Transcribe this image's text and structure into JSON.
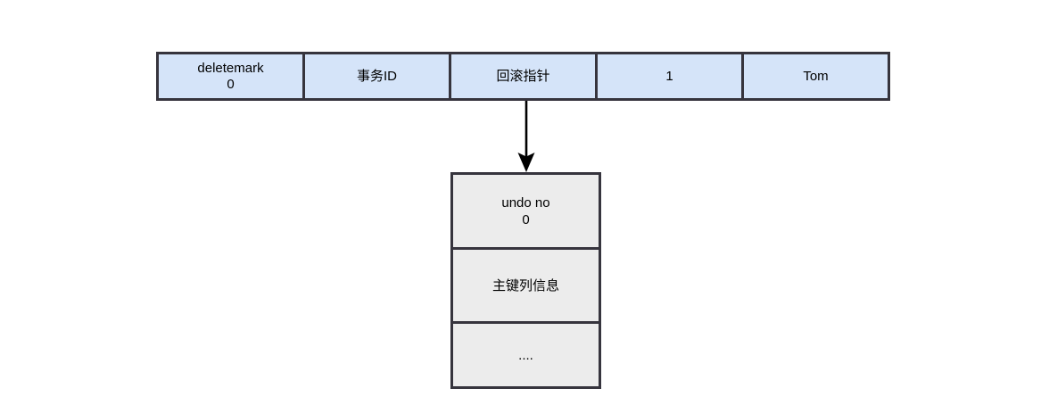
{
  "diagram": {
    "title": "InnoDB record with rollback pointer to undo log",
    "colors": {
      "record_fill": "#d5e4f9",
      "undo_fill": "#ececec",
      "border": "#36343d",
      "arrow": "#000000",
      "background": "#ffffff"
    },
    "record_row": {
      "name": "clustered-index-record",
      "cells": [
        {
          "id": "deletemark",
          "line1": "deletemark",
          "line2": "0"
        },
        {
          "id": "trx-id",
          "line1": "事务ID",
          "line2": ""
        },
        {
          "id": "roll-pointer",
          "line1": "回滚指针",
          "line2": ""
        },
        {
          "id": "column-id",
          "line1": "1",
          "line2": ""
        },
        {
          "id": "column-name",
          "line1": "Tom",
          "line2": ""
        }
      ]
    },
    "arrow": {
      "name": "roll-pointer-arrow",
      "direction": "down",
      "from": "roll-pointer",
      "to": "undo-log"
    },
    "undo_log": {
      "name": "undo-log-record",
      "cells": [
        {
          "id": "undo-no",
          "line1": "undo no",
          "line2": "0"
        },
        {
          "id": "primary-key-info",
          "line1": "主键列信息",
          "line2": ""
        },
        {
          "id": "ellipsis",
          "line1": "....",
          "line2": ""
        }
      ]
    }
  }
}
